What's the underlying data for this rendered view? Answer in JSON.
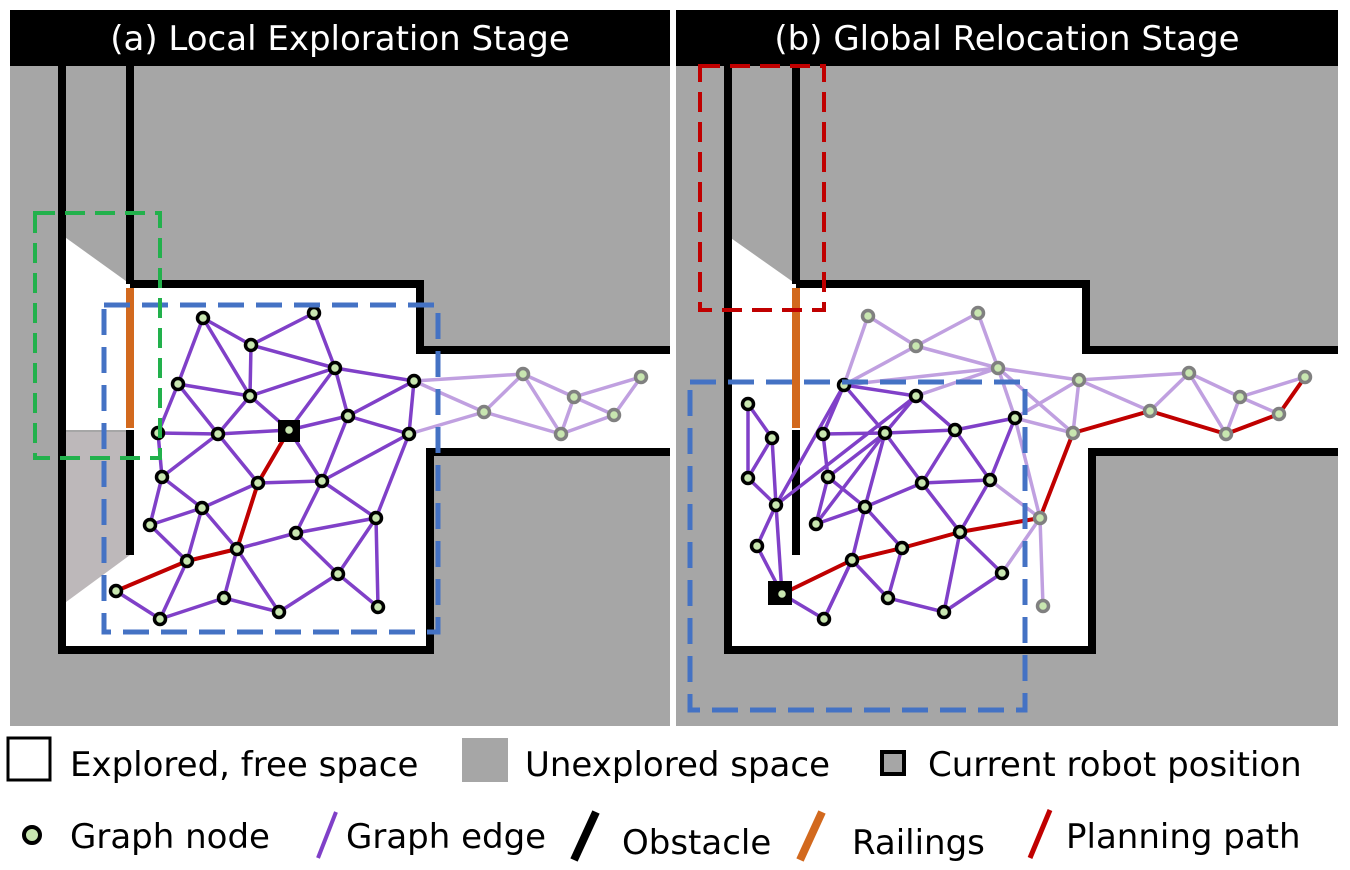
{
  "panels": {
    "a": {
      "title": "(a) Local Exploration Stage"
    },
    "b": {
      "title": "(b) Global Relocation Stage"
    }
  },
  "legend": {
    "explored": "Explored, free space",
    "unexplored": "Unexplored space",
    "robot": "Current robot position",
    "node": "Graph node",
    "edge": "Graph edge",
    "obstacle": "Obstacle",
    "railings": "Railings",
    "path": "Planning path"
  },
  "colors": {
    "unexplored": "#a6a6a6",
    "explored": "#ffffff",
    "obstacle": "#000000",
    "railings": "#d2691e",
    "edge_local": "#8040c8",
    "edge_global": "#c0a0e0",
    "path": "#c00000",
    "node_fill": "#c8e6b0",
    "node_ring_local": "#000000",
    "node_ring_global": "#808080",
    "box_blue": "#4472c4",
    "box_green": "#22b14c",
    "box_red": "#c00000",
    "robot": "#000000"
  }
}
